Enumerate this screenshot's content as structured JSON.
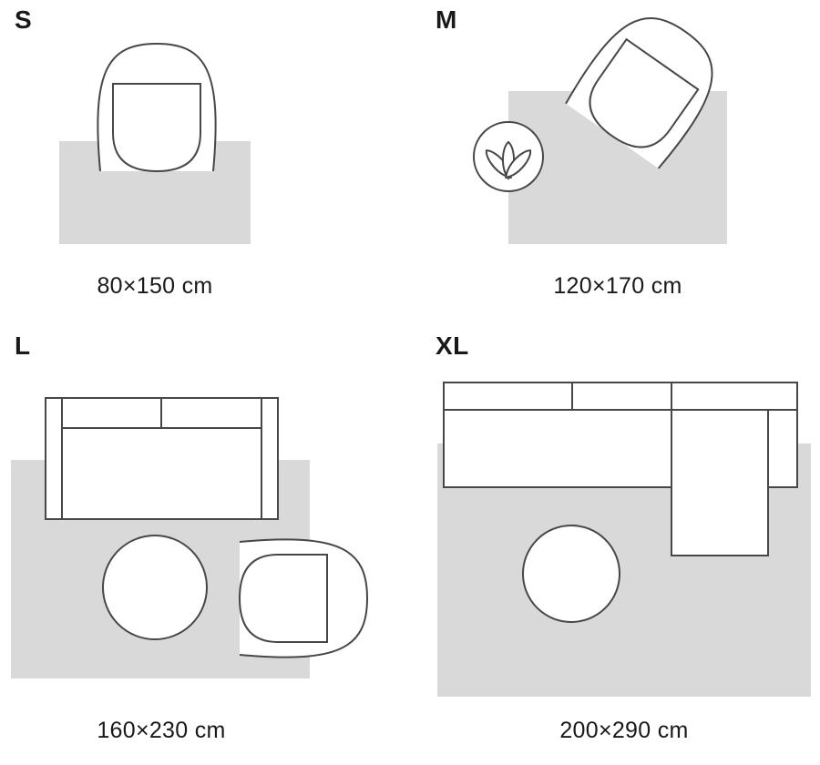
{
  "title": "Rug size guide diagram",
  "colors": {
    "rug": "#d9d9d9",
    "outline": "#474747",
    "text": "#191919",
    "bg": "#ffffff"
  },
  "sizes": [
    {
      "id": "s",
      "label": "S",
      "dimensions": "80×150 cm"
    },
    {
      "id": "m",
      "label": "M",
      "dimensions": "120×170 cm"
    },
    {
      "id": "l",
      "label": "L",
      "dimensions": "160×230 cm"
    },
    {
      "id": "xl",
      "label": "XL",
      "dimensions": "200×290 cm"
    }
  ]
}
